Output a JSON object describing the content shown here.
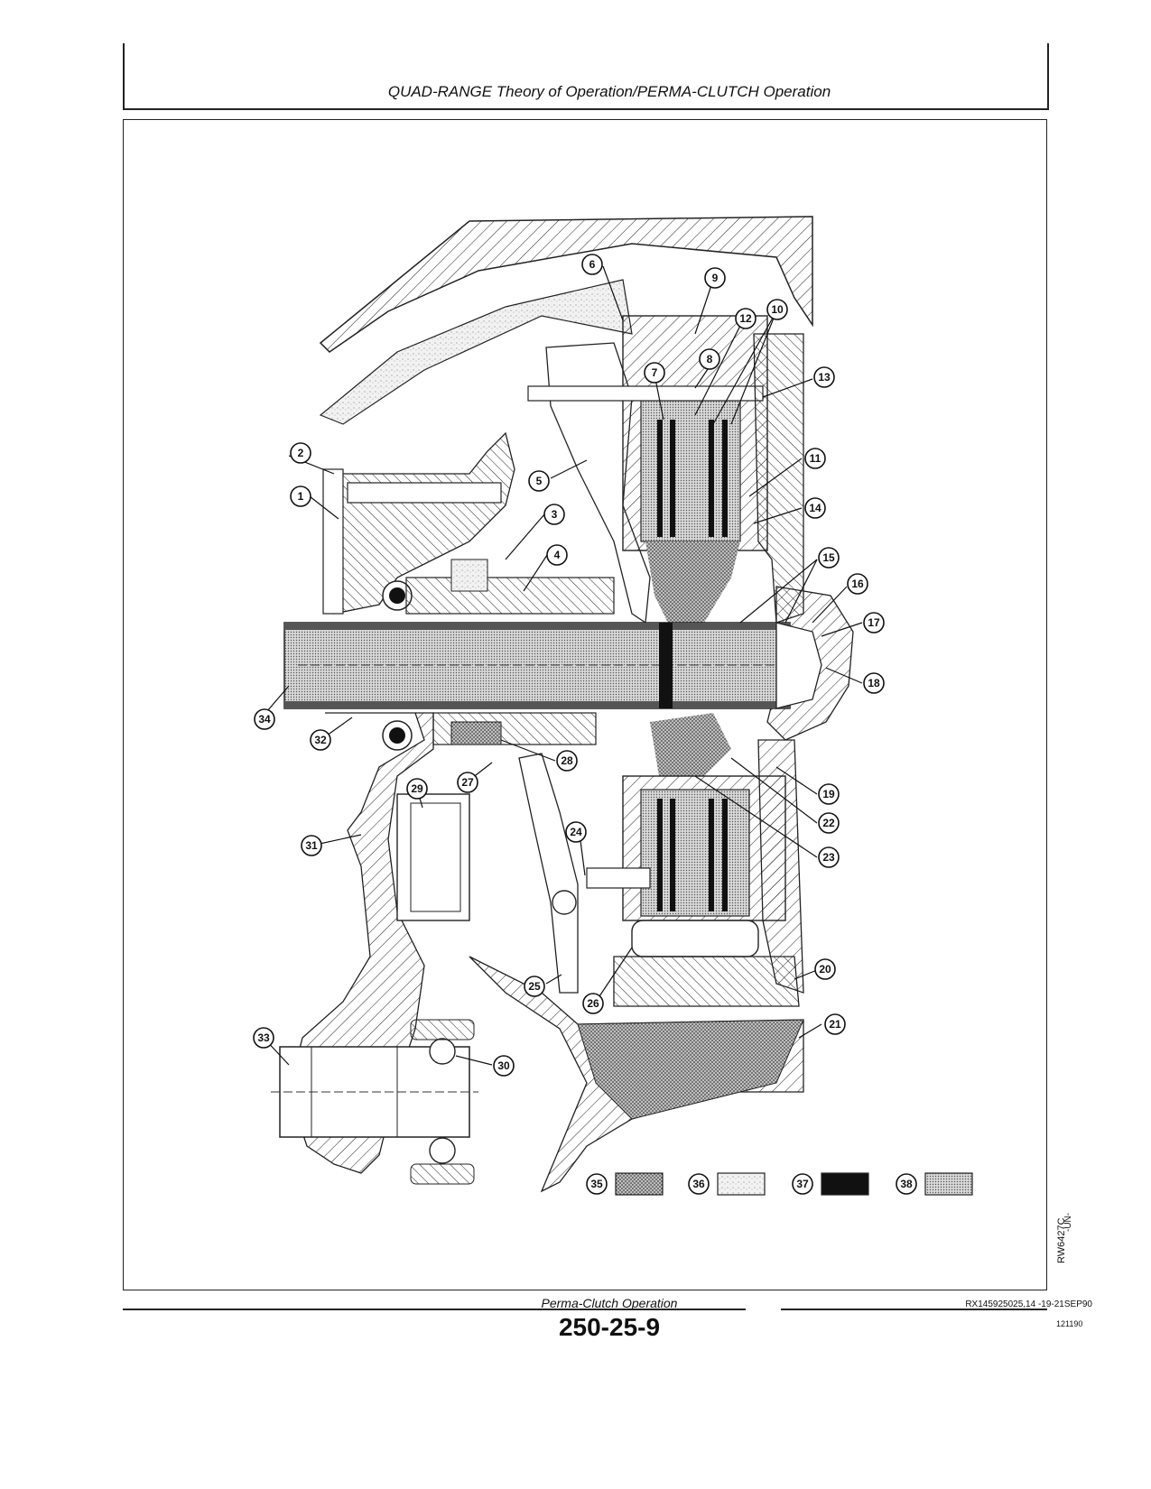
{
  "header": {
    "title": "QUAD-RANGE Theory of Operation/PERMA-CLUTCH Operation"
  },
  "figure": {
    "caption": "Perma-Clutch Operation",
    "reference_code": "RX145925025,14 -19-21SEP90",
    "side_id": "RW6427C",
    "side_mark": "-UN-",
    "callouts": [
      "1",
      "2",
      "3",
      "4",
      "5",
      "6",
      "7",
      "8",
      "9",
      "10",
      "11",
      "12",
      "13",
      "14",
      "15",
      "16",
      "17",
      "18",
      "19",
      "20",
      "21",
      "22",
      "23",
      "24",
      "25",
      "26",
      "27",
      "28",
      "29",
      "30",
      "31",
      "32",
      "33",
      "34"
    ],
    "legend": [
      {
        "number": "35",
        "pattern": "dense-stipple"
      },
      {
        "number": "36",
        "pattern": "light-stipple"
      },
      {
        "number": "37",
        "pattern": "black-fill"
      },
      {
        "number": "38",
        "pattern": "fine-dot"
      }
    ]
  },
  "footer": {
    "page_number": "250-25-9",
    "date": "121190"
  },
  "colors": {
    "ink": "#111111",
    "paper": "#ffffff"
  }
}
